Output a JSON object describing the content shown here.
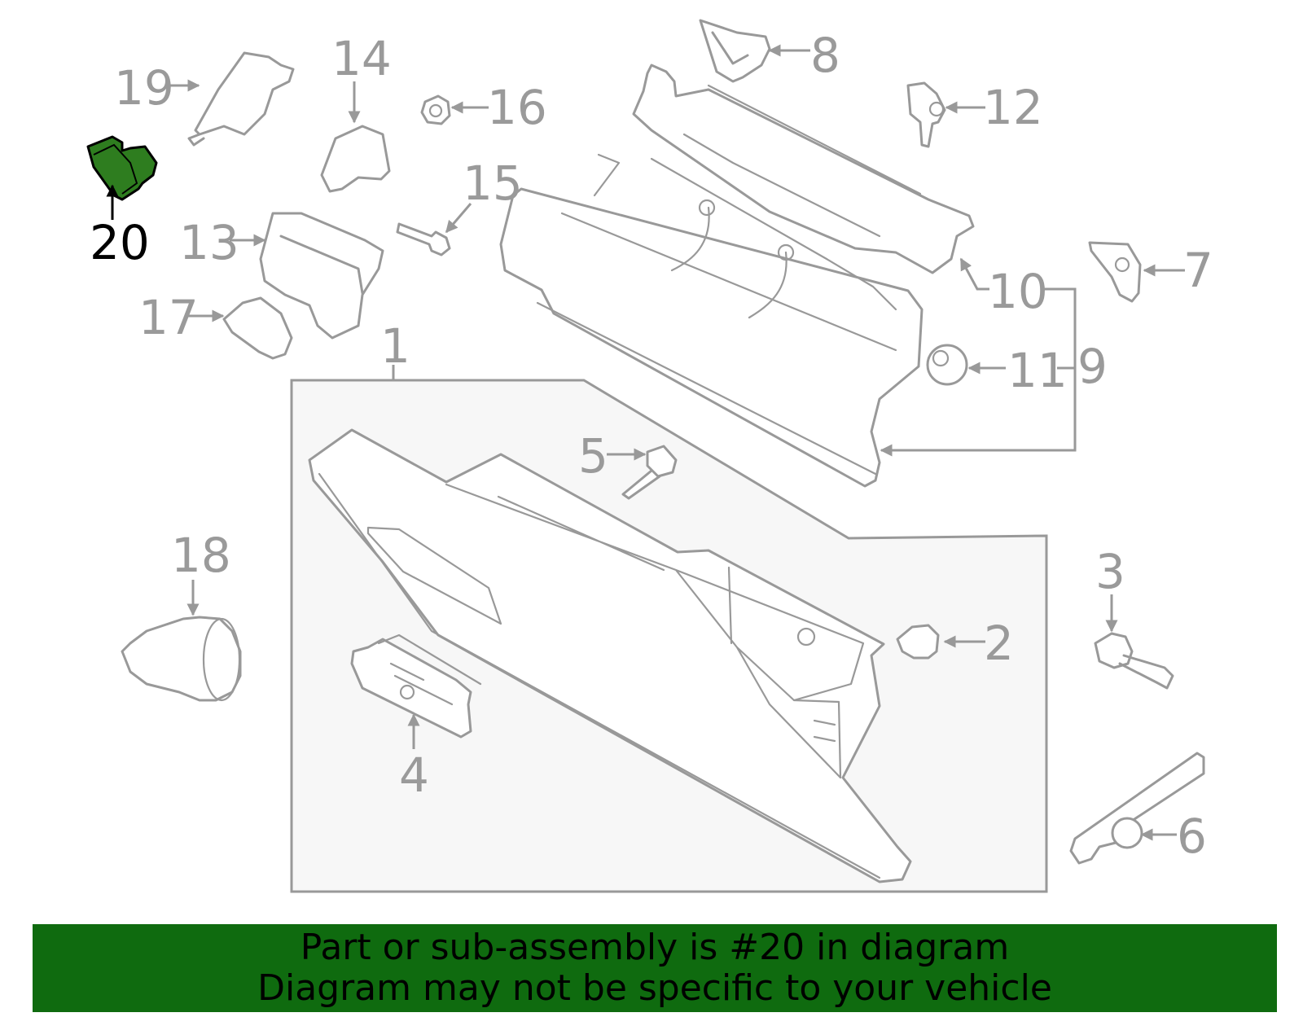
{
  "diagram": {
    "colors": {
      "line": "#999999",
      "highlight_part": "#2e7d1f",
      "highlight_label": "#000000",
      "tray_fill": "#f7f7f7"
    },
    "callouts": {
      "c1": "1",
      "c2": "2",
      "c3": "3",
      "c4": "4",
      "c5": "5",
      "c6": "6",
      "c7": "7",
      "c8": "8",
      "c9": "9",
      "c10": "10",
      "c11": "11",
      "c12": "12",
      "c13": "13",
      "c14": "14",
      "c15": "15",
      "c16": "16",
      "c17": "17",
      "c18": "18",
      "c19": "19",
      "c20": "20"
    }
  },
  "banner": {
    "line1": "Part or sub-assembly is #20 in diagram",
    "line2": "Diagram may not be specific to your vehicle",
    "background": "#0f6b0f"
  }
}
